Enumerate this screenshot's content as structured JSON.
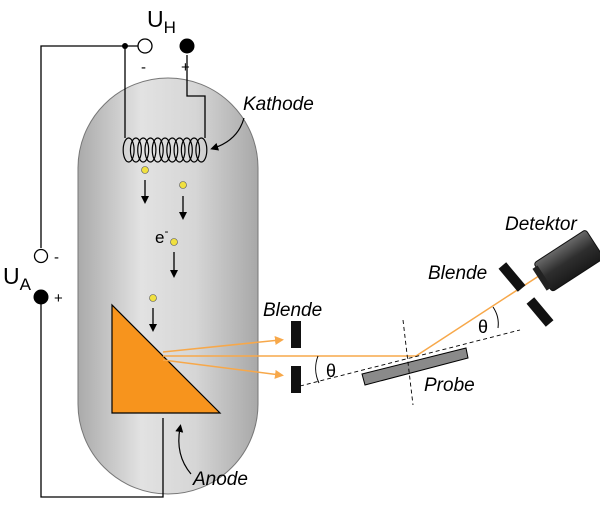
{
  "labels": {
    "heater_voltage": "U",
    "heater_voltage_sub": "H",
    "heater_minus": "-",
    "heater_plus": "+",
    "cathode": "Kathode",
    "electron": "e",
    "electron_charge": "-",
    "anode_voltage": "U",
    "anode_voltage_sub": "A",
    "anode_minus": "-",
    "anode_plus": "+",
    "aperture_left": "Blende",
    "aperture_right": "Blende",
    "detector": "Detektor",
    "sample": "Probe",
    "anode": "Anode",
    "angle_left": "θ",
    "angle_right": "θ"
  },
  "colors": {
    "tube_body": "#c8c8c8",
    "anode": "#f7941d",
    "xray_beam": "#f7a84a",
    "electron": "#f0e040",
    "sample": "#8a8a8a",
    "detector": "#3a3a3a"
  }
}
